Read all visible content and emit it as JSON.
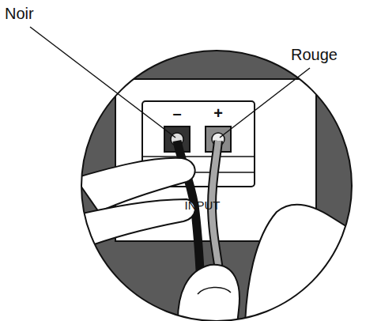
{
  "diagram": {
    "labels": [
      "Noir",
      "Rouge",
      "–",
      "+",
      "INPUT"
    ]
  }
}
